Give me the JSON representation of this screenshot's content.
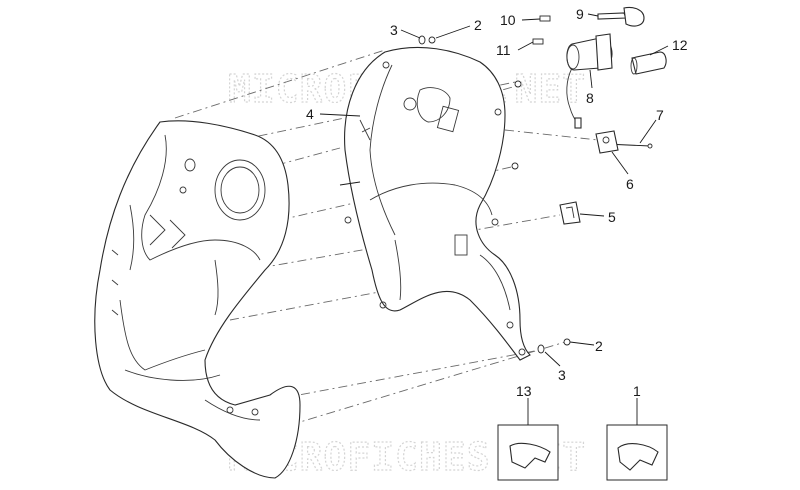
{
  "watermark": {
    "top": "MICROFICHES.NET",
    "bottom": "MICROFICHES.NET"
  },
  "callouts": {
    "c1": "1",
    "c2a": "2",
    "c2b": "2",
    "c3a": "3",
    "c3b": "3",
    "c4": "4",
    "c5": "5",
    "c6": "6",
    "c7": "7",
    "c8": "8",
    "c9": "9",
    "c10": "10",
    "c11": "11",
    "c12": "12",
    "c13": "13"
  }
}
